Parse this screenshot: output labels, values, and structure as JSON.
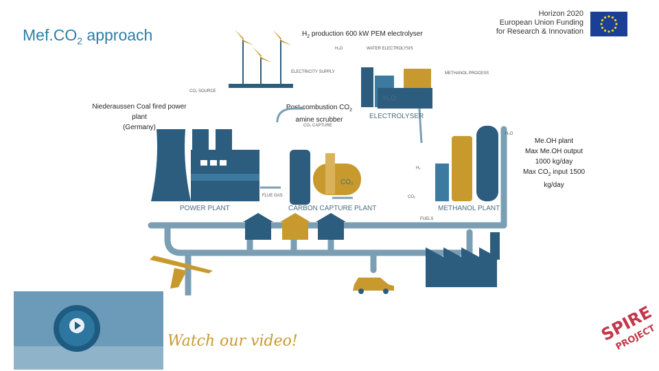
{
  "slide": {
    "title_prefix": "Mef.CO",
    "title_sub": "2",
    "title_suffix": " approach",
    "funding_line1": "Horizon 2020",
    "funding_line2": "European Union Funding",
    "funding_line3": "for Research & Innovation",
    "h2_prefix": "H",
    "h2_sub": "2",
    "h2_suffix": " production 600 kW PEM electrolyser",
    "plant_line1": "Niederaussen Coal fired power",
    "plant_line2": "plant",
    "plant_line3": "(Germany)",
    "post_line1_prefix": "Post-combustion CO",
    "post_line1_sub": "2",
    "post_line2": "amine scrubber",
    "meoh_line1": "Me.OH plant",
    "meoh_line2": "Max Me.OH output",
    "meoh_line3": "1000 kg/day",
    "meoh_line4_prefix": "Max CO",
    "meoh_line4_sub": "2",
    "meoh_line4_suffix": " input 1500",
    "meoh_line5": "kg/day",
    "watch_video": "Watch our video!"
  },
  "diagram": {
    "power_plant": "POWER PLANT",
    "carbon_capture_plant": "CARBON CAPTURE PLANT",
    "methanol_plant": "METHANOL PLANT",
    "electrolyser": "ELECTROLYSER",
    "h2o_tank": "H₂O",
    "co2_tank": "CO₂",
    "co2_source": "CO₂ SOURCE",
    "co2_capture": "CO₂ CAPTURE",
    "water_electrolysis": "WATER ELECTROLYSIS",
    "electricity_supply": "ELECTRICITY SUPPLY",
    "methanol_process": "METHANOL PROCESS",
    "flue_gas": "FLUE GAS",
    "h2_line": "H₂",
    "co2_line": "CO₂",
    "h2_top": "H₂O",
    "fuels": "FUELS",
    "h2o_out": "H₂O"
  },
  "branding": {
    "spire": "SPIRE",
    "project": "PROJECT"
  },
  "colors": {
    "accent_blue": "#2b7fa6",
    "pipe": "#7a9fb4",
    "dark_blue": "#2c5d7e",
    "gold": "#c89a2e"
  }
}
